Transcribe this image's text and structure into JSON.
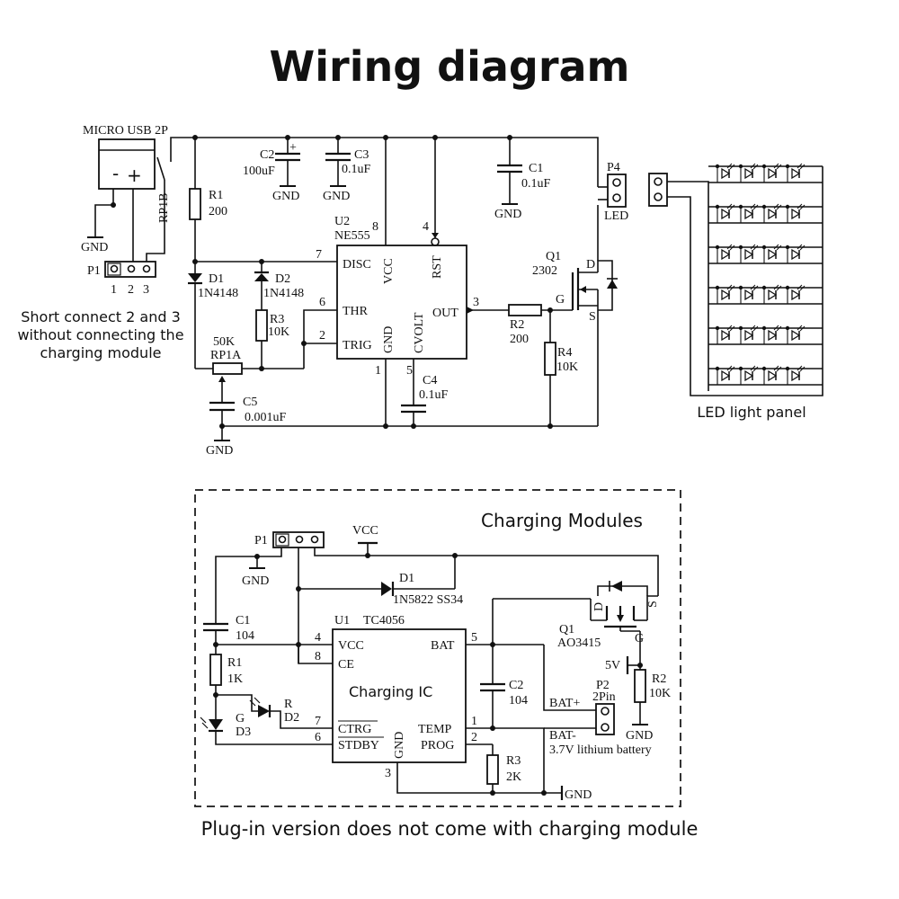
{
  "title": "Wiring diagram",
  "top_circuit": {
    "usb": "MICRO USB 2P",
    "usb_minus": "-",
    "usb_plus": "+",
    "switch": "RP1B",
    "p1": "P1",
    "p1_pins": [
      "1",
      "2",
      "3"
    ],
    "r1": "R1",
    "r1_val": "200",
    "c2": "C2",
    "c2_val": "100uF",
    "c2_plus": "+",
    "c3": "C3",
    "c3_val": "0.1uF",
    "c1": "C1",
    "c1_val": "0.1uF",
    "p4": "P4",
    "p4_sub": "LED",
    "gnd": "GND",
    "u2": "U2",
    "u2_part": "NE555",
    "pin_disc": "DISC",
    "pin_vcc": "VCC",
    "pin_rst": "RST",
    "pin_thr": "THR",
    "pin_trig": "TRIG",
    "pin_gnd": "GND",
    "pin_cvolt": "CVOLT",
    "pin_out": "OUT",
    "pin_nums": {
      "p8": "8",
      "p4": "4",
      "p7": "7",
      "p6": "6",
      "p2": "2",
      "p1": "1",
      "p5": "5",
      "p3": "3"
    },
    "d1": "D1",
    "d1_val": "1N4148",
    "d2": "D2",
    "d2_val": "1N4148",
    "r3": "R3",
    "r3_val": "10K",
    "rp": "50K",
    "rp_name": "RP1A",
    "c5": "C5",
    "c5_val": "0.001uF",
    "c4": "C4",
    "c4_val": "0.1uF",
    "r2": "R2",
    "r2_val": "200",
    "r4": "R4",
    "r4_val": "10K",
    "q1": "Q1",
    "q1_part": "2302",
    "q_d": "D",
    "q_g": "G",
    "q_s": "S"
  },
  "note": [
    "Short connect 2 and 3",
    "without connecting the",
    "charging module"
  ],
  "led_panel_label": "LED light panel",
  "charging": {
    "title": "Charging Modules",
    "p1": "P1",
    "vcc": "VCC",
    "gnd": "GND",
    "d1": "D1",
    "d1_val": "1N5822 SS34",
    "c1": "C1",
    "c1_val": "104",
    "u1": "U1",
    "u1_part": "TC4056",
    "pin_vcc": "VCC",
    "pin_ce": "CE",
    "pin_bat": "BAT",
    "pin_ctrg": "CTRG",
    "pin_stdby": "STDBY",
    "pin_gnd": "GND",
    "pin_temp": "TEMP",
    "pin_prog": "PROG",
    "pin_nums": {
      "p4": "4",
      "p8": "8",
      "p5": "5",
      "p7": "7",
      "p6": "6",
      "p3": "3",
      "p1": "1",
      "p2": "2"
    },
    "ic_label": "Charging IC",
    "r1": "R1",
    "r1_val": "1K",
    "led_r": "R",
    "led_r_name": "D2",
    "led_g": "G",
    "led_g_name": "D3",
    "c2": "C2",
    "c2_val": "104",
    "r3": "R3",
    "r3_val": "2K",
    "q1": "Q1",
    "q1_part": "AO3415",
    "q_d": "D",
    "q_s": "S",
    "q_g": "G",
    "v5": "5V",
    "r2": "R2",
    "r2_val": "10K",
    "bat_plus": "BAT+",
    "bat_minus": "BAT-",
    "p2": "P2",
    "p2_sub": "2Pin",
    "battery": "3.7V lithium battery"
  },
  "footer": "Plug-in version does not come with charging module"
}
